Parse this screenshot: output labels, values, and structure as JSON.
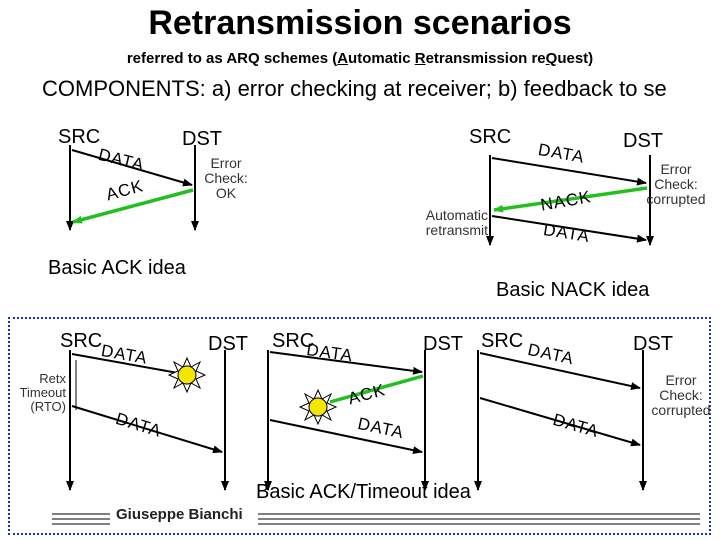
{
  "header": {
    "title": "Retransmission scenarios",
    "subtitle_prefix": "referred to as ARQ schemes (",
    "subtitle_A": "A",
    "subtitle_mid1": "utomatic ",
    "subtitle_R": "R",
    "subtitle_mid2": "etransmission re",
    "subtitle_Q": "Q",
    "subtitle_suffix": "uest)",
    "components": "COMPONENTS: a) error checking at receiver; b) feedback to se"
  },
  "ack_scenario": {
    "src": "SRC",
    "dst": "DST",
    "data": "DATA",
    "ack": "ACK",
    "note": [
      "Error",
      "Check:",
      "OK"
    ],
    "caption": "Basic ACK idea"
  },
  "nack_scenario": {
    "src": "SRC",
    "dst": "DST",
    "data": "DATA",
    "nack": "NACK",
    "data_retx": "DATA",
    "note": [
      "Error",
      "Check:",
      "corrupted"
    ],
    "auto_note": [
      "Automatic",
      "retransmit"
    ],
    "caption": "Basic NACK idea"
  },
  "timeout_scenarios": {
    "caption": "Basic ACK/Timeout idea",
    "rto_note": [
      "Retx",
      "Timeout",
      "(RTO)"
    ],
    "s1": {
      "src": "SRC",
      "dst": "DST",
      "data": "DATA",
      "data_retx": "DATA"
    },
    "s2": {
      "src": "SRC",
      "dst": "DST",
      "data": "DATA",
      "ack": "ACK",
      "data_retx": "DATA"
    },
    "s3": {
      "src": "SRC",
      "dst": "DST",
      "data": "DATA",
      "data_retx": "DATA",
      "note": [
        "Error",
        "Check:",
        "corrupted"
      ]
    }
  },
  "footer": {
    "author": "Giuseppe Bianchi"
  },
  "colors": {
    "ack_arrow": "#22c01e",
    "box_border": "#1a2fbf",
    "burst_fill": "#f5e600"
  }
}
